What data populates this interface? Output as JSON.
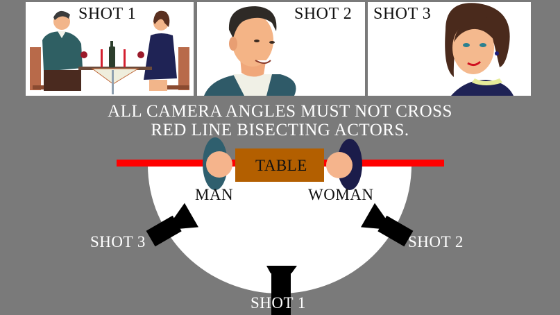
{
  "panels": [
    {
      "id": "shot1",
      "label": "SHOT 1",
      "description": "Wide shot of man and woman seated at dinner table"
    },
    {
      "id": "shot2",
      "label": "SHOT 2",
      "description": "Close-up of man"
    },
    {
      "id": "shot3",
      "label": "SHOT 3",
      "description": "Close-up of woman"
    }
  ],
  "headline": {
    "line1": "ALL CAMERA ANGLES MUST NOT CROSS",
    "line2": "RED LINE BISECTING ACTORS."
  },
  "diagram": {
    "table_label": "TABLE",
    "man_label": "MAN",
    "woman_label": "WOMAN",
    "camera_labels": {
      "shot1": "SHOT 1",
      "shot2": "SHOT 2",
      "shot3": "SHOT 3"
    },
    "colors": {
      "background": "#7a7a7a",
      "axis_line": "#ff0000",
      "table": "#b35f00",
      "man_body": "#2f5f6e",
      "woman_body": "#1b1c4a",
      "skin": "#f5b48c",
      "camera": "#000000",
      "stage": "#ffffff"
    }
  }
}
